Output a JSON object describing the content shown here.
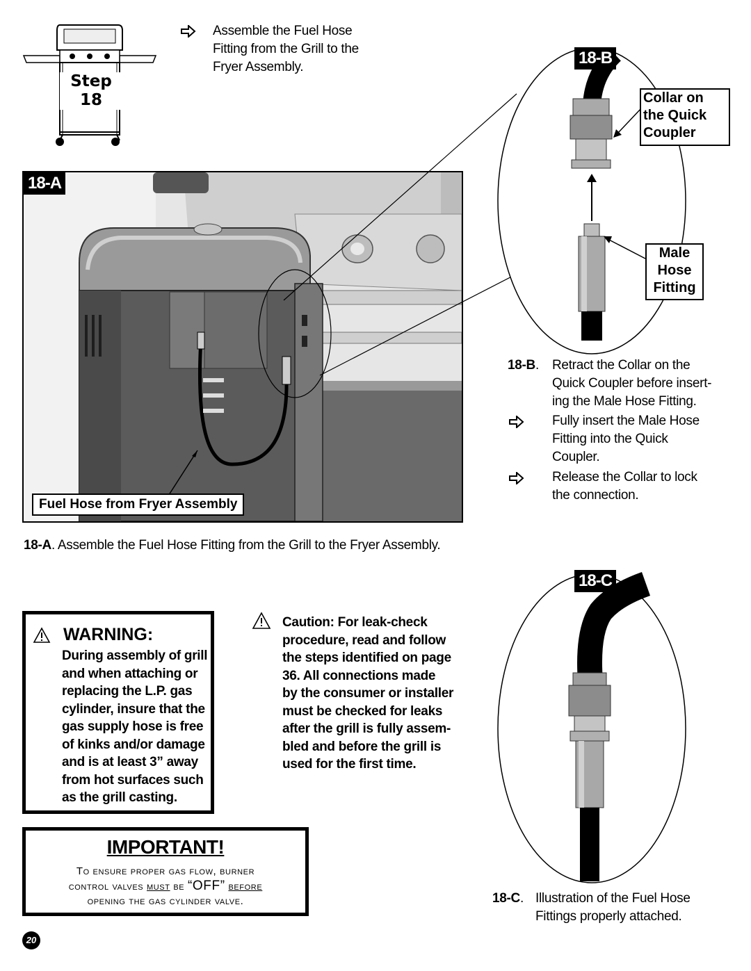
{
  "step": {
    "word": "Step",
    "number": "18"
  },
  "intro": {
    "arrow_icon": "hollow-right-arrow",
    "lines": [
      "Assemble the Fuel Hose",
      "Fitting from the Grill to the",
      "Fryer Assembly."
    ]
  },
  "fig_a": {
    "label": "18-A",
    "callout": "Fuel Hose from Fryer Assembly",
    "caption_bold": "18-A",
    "caption_text": ". Assemble the Fuel Hose Fitting from the Grill to the Fryer Assembly."
  },
  "fig_b": {
    "label": "18-B",
    "callout_collar": [
      "Collar on",
      "the Quick",
      "Coupler"
    ],
    "callout_male": [
      "Male",
      "Hose",
      "Fitting"
    ],
    "caption_bold": "18-B",
    "caption_lines": [
      "Retract the Collar on the",
      "Quick Coupler before insert-",
      "ing the Male Hose Fitting."
    ],
    "bullets": [
      {
        "lines": [
          "Fully insert the Male Hose",
          "Fitting into the Quick",
          "Coupler."
        ]
      },
      {
        "lines": [
          "Release the Collar to lock",
          "the connection."
        ]
      }
    ]
  },
  "fig_c": {
    "label": "18-C",
    "caption_bold": "18-C",
    "caption_lines": [
      "Illustration of the Fuel Hose",
      "Fittings properly attached."
    ]
  },
  "warning": {
    "title": "WARNING:",
    "lines": [
      "During assembly of grill",
      "and when attaching or",
      "replacing the L.P. gas",
      "cylinder, insure that the",
      "gas supply hose is free",
      "of kinks and/or damage",
      "and is at least 3” away",
      "from hot surfaces such",
      "as the grill casting."
    ]
  },
  "caution": {
    "lines": [
      "Caution: For leak-check",
      "procedure, read and follow",
      "the steps identified on page",
      "36. All connections made",
      "by the consumer or installer",
      "must be checked for leaks",
      "after the grill is fully assem-",
      "bled and before the grill is",
      "used for the first time."
    ]
  },
  "important": {
    "title": "IMPORTANT!",
    "line1": "To ensure proper gas flow, burner",
    "line2_a": "control valves ",
    "line2_must": "must",
    "line2_b": " be ",
    "line2_off": "“OFF”",
    "line2_c": " ",
    "line2_before": "before",
    "line3": "opening the gas cylinder valve."
  },
  "page_number": "20",
  "colors": {
    "ink": "#000000",
    "paper": "#ffffff",
    "metal_light": "#d8d8d8",
    "metal_dark": "#5a5a5a"
  }
}
